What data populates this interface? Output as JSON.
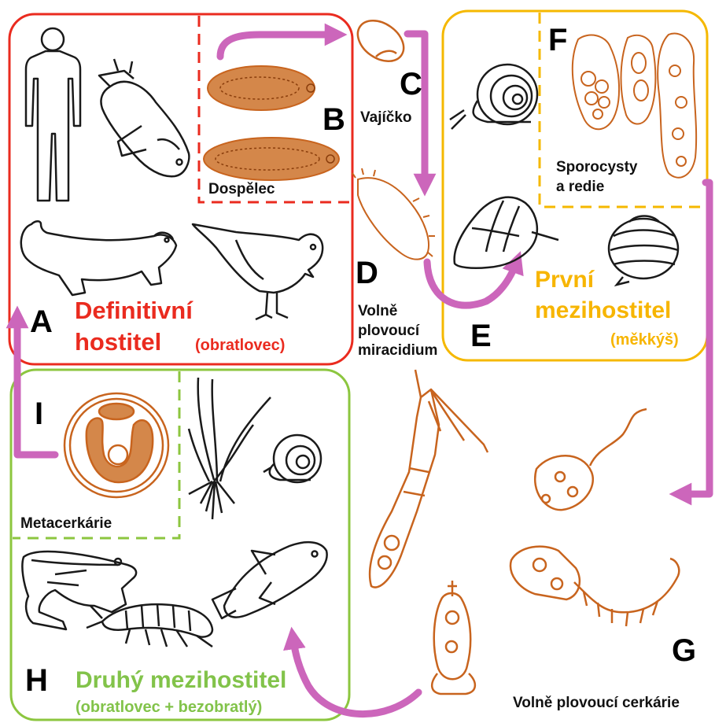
{
  "colors": {
    "definitive_host": "#ea2b1f",
    "first_intermediate": "#f5b800",
    "second_intermediate": "#8cc63f",
    "arrow": "#cc66bb",
    "parasite": "#c8641e",
    "line_art": "#1a1a1a"
  },
  "letters": {
    "A": "A",
    "B": "B",
    "C": "C",
    "D": "D",
    "E": "E",
    "F": "F",
    "G": "G",
    "H": "H",
    "I": "I"
  },
  "labels": {
    "adult": "Dospělec",
    "egg": "Vajíčko",
    "miracidium_1": "Volně",
    "miracidium_2": "plovoucí",
    "miracidium_3": "miracidium",
    "sporocysts_1": "Sporocysty",
    "sporocysts_2": "a redie",
    "metacercariae": "Metacerkárie",
    "cercariae": "Volně plovoucí cerkárie"
  },
  "hosts": {
    "definitive_1": "Definitivní",
    "definitive_2": "hostitel",
    "definitive_note": "(obratlovec)",
    "first_1": "První",
    "first_2": "mezihostitel",
    "first_note": "(měkkýš)",
    "second_1": "Druhý mezihostitel",
    "second_note": "(obratlovec + bezobratlý)"
  },
  "icons": [
    "human-icon",
    "fish-icon",
    "otter-icon",
    "bird-icon",
    "adult-fluke-icon",
    "egg-icon",
    "miracidium-icon",
    "snail-icon",
    "clam-icon",
    "sporocyst-icon",
    "cercaria-icon",
    "metacercaria-cyst-icon",
    "plant-icon",
    "frog-icon",
    "amphipod-icon"
  ]
}
